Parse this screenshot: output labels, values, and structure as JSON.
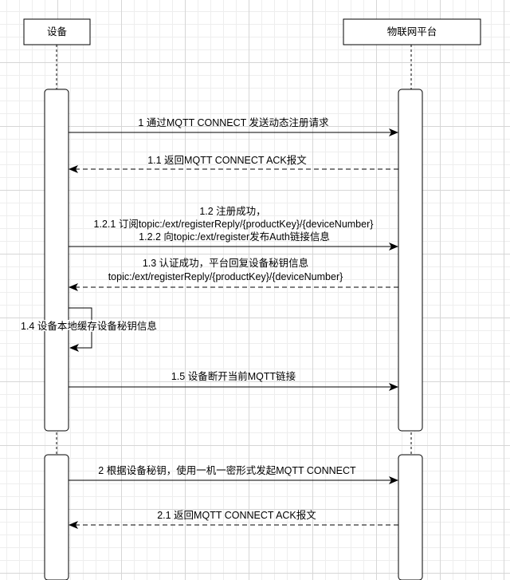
{
  "participants": {
    "device": "设备",
    "platform": "物联网平台"
  },
  "messages": {
    "m1": [
      "1 通过MQTT CONNECT 发送动态注册请求"
    ],
    "m1_1": [
      "1.1 返回MQTT CONNECT ACK报文"
    ],
    "m1_2": [
      "1.2 注册成功，",
      "1.2.1 订阅topic:/ext/registerReply/{productKey}/{deviceNumber}",
      "1.2.2 向topic:/ext/register发布Auth链接信息"
    ],
    "m1_3": [
      "1.3 认证成功，平台回复设备秘钥信息",
      "topic:/ext/registerReply/{productKey}/{deviceNumber}"
    ],
    "m1_4": [
      "1.4 设备本地缓存设备秘钥信息"
    ],
    "m1_5": [
      "1.5 设备断开当前MQTT链接"
    ],
    "m2": [
      "2 根据设备秘钥，使用一机一密形式发起MQTT CONNECT"
    ],
    "m2_1": [
      "2.1 返回MQTT CONNECT ACK报文"
    ]
  }
}
